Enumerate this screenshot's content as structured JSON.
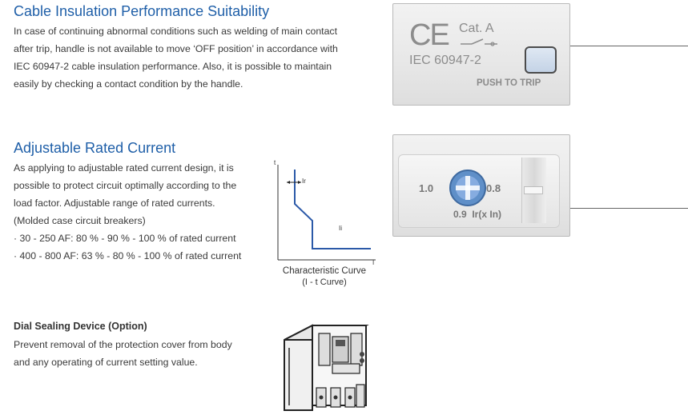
{
  "section1": {
    "title": "Cable Insulation Performance Suitability",
    "lines": [
      "In case of continuing abnormal conditions such as welding of main contact",
      "after trip, handle is not available to move ‘OFF position’ in accordance with",
      "IEC 60947-2 cable insulation performance. Also, it is possible to maintain",
      "easily by checking a contact condition by the handle."
    ]
  },
  "section2": {
    "title": "Adjustable Rated Current",
    "lines": [
      "As applying to adjustable rated current design, it is",
      "possible to protect circuit optimally according to the",
      "load factor. Adjustable range of rated currents.",
      "(Molded case circuit breakers)"
    ],
    "bullets": [
      "30 - 250 AF: 80 % - 90 % - 100 % of rated current",
      "400 - 800 AF: 63 % - 80 % - 100 % of rated current"
    ]
  },
  "curve": {
    "y_axis_label": "t",
    "x_axis_label": "I",
    "ir_label": "Ir",
    "ii_label": "Ii",
    "caption_line1": "Characteristic Curve",
    "caption_line2": "(I - t Curve)"
  },
  "section3": {
    "title": "Dial Sealing Device (Option)",
    "lines": [
      "Prevent removal of the protection cover from body",
      "and any operating of current setting value."
    ]
  },
  "photo1": {
    "ce_mark": "CE",
    "category": "Cat. A",
    "standard": "IEC 60947-2",
    "push_label": "PUSH TO TRIP"
  },
  "photo2": {
    "left_value": "1.0",
    "right_value": "0.8",
    "bottom_label": "0.9  Ir(x In)"
  },
  "colors": {
    "heading_blue": "#1f5fa8",
    "dial_blue": "#5f8fc8"
  }
}
